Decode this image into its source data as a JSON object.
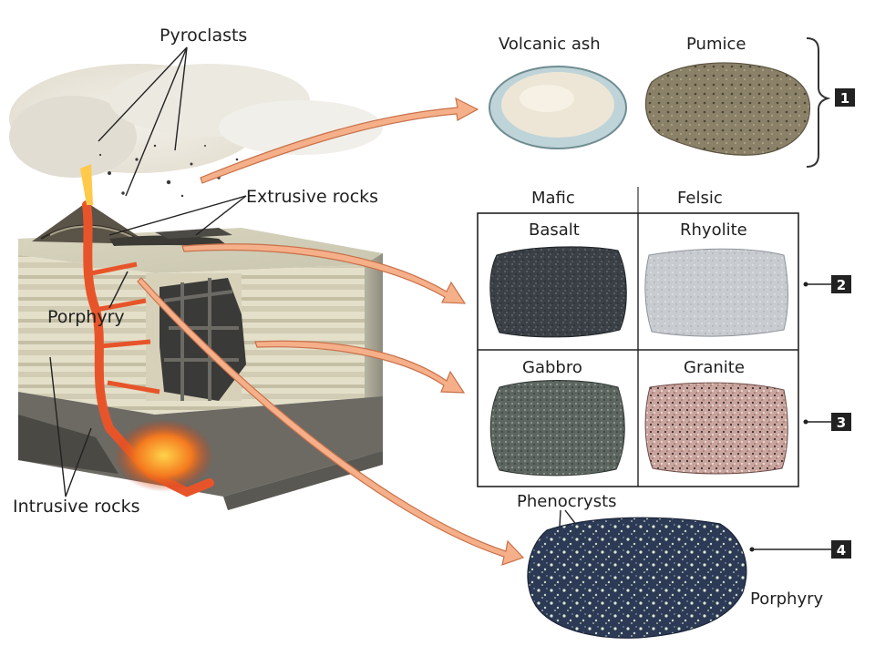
{
  "labels": {
    "pyroclasts": "Pyroclasts",
    "extrusive_rocks": "Extrusive rocks",
    "porphyry_diagram": "Porphyry",
    "intrusive_rocks": "Intrusive rocks",
    "volcanic_ash": "Volcanic ash",
    "pumice": "Pumice",
    "mafic": "Mafic",
    "felsic": "Felsic",
    "basalt": "Basalt",
    "rhyolite": "Rhyolite",
    "gabbro": "Gabbro",
    "granite": "Granite",
    "phenocrysts": "Phenocrysts",
    "porphyry_sample": "Porphyry"
  },
  "badges": [
    "1",
    "2",
    "3",
    "4"
  ],
  "colors": {
    "magma": "#e8542a",
    "magma_glow": "#ffb13b",
    "arrow": "#f5b08a",
    "badge": "#222222",
    "ash_cloud": "#d9d6cf"
  }
}
